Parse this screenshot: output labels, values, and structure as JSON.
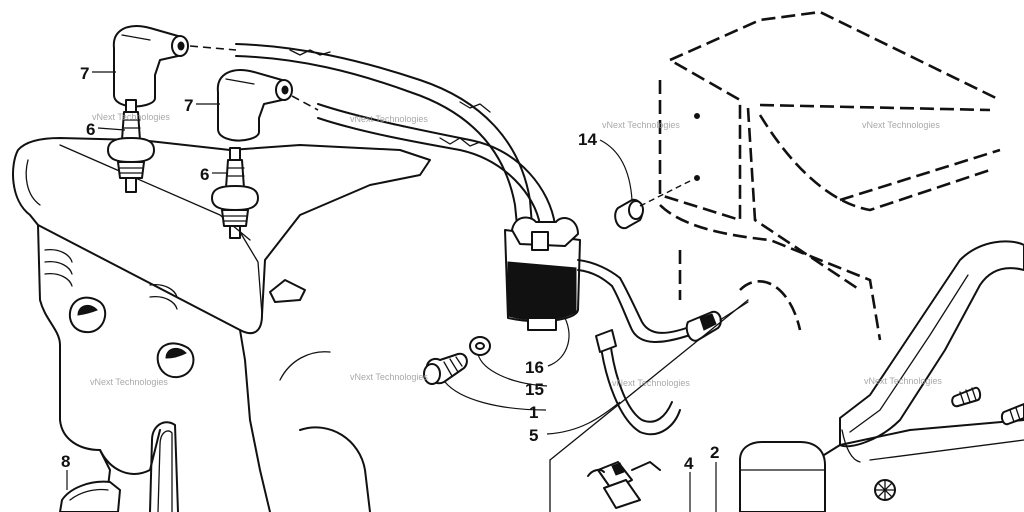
{
  "callouts": [
    {
      "id": "7a",
      "label": "7"
    },
    {
      "id": "7b",
      "label": "7"
    },
    {
      "id": "6a",
      "label": "6"
    },
    {
      "id": "6b",
      "label": "6"
    },
    {
      "id": "14",
      "label": "14"
    },
    {
      "id": "16",
      "label": "16"
    },
    {
      "id": "15",
      "label": "15"
    },
    {
      "id": "1",
      "label": "1"
    },
    {
      "id": "5",
      "label": "5"
    },
    {
      "id": "8",
      "label": "8"
    },
    {
      "id": "4",
      "label": "4"
    },
    {
      "id": "2",
      "label": "2"
    }
  ],
  "watermark": "vNext Technologies",
  "colors": {
    "ink": "#111111",
    "paper": "#ffffff",
    "watermark": "#9a9a9a"
  }
}
